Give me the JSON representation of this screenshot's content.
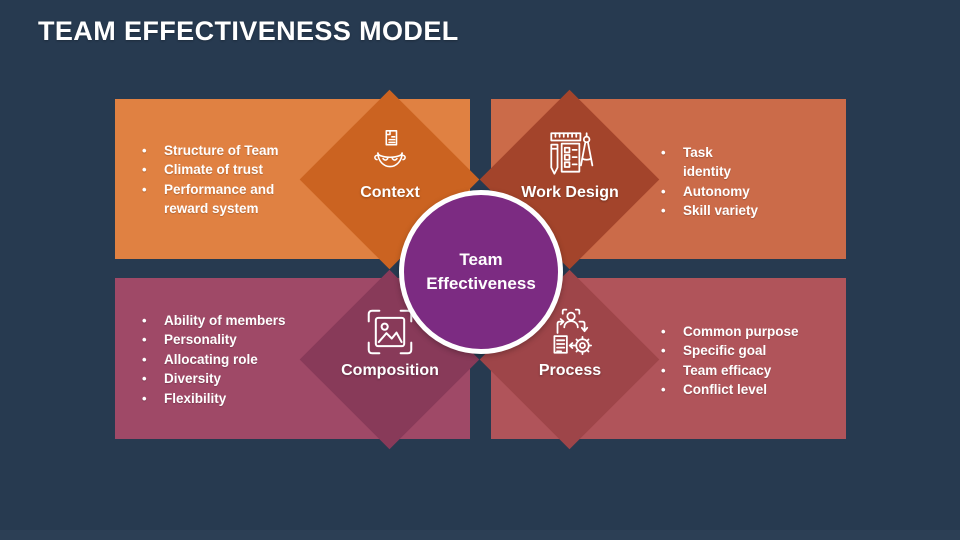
{
  "slide": {
    "title": "TEAM EFFECTIVENESS MODEL",
    "background": "#273A50",
    "bottom_bar_color": "#2C3F55"
  },
  "center": {
    "line1": "Team",
    "line2": "Effectiveness",
    "fill": "#7C2B82",
    "ring": "#FFFFFF"
  },
  "quadrants": [
    {
      "id": "context",
      "label": "Context",
      "icon": "open-mind-document-icon",
      "panel_color": "#E08142",
      "diamond_color": "#CB6321",
      "bullets": [
        "Structure of Team",
        "Climate of trust",
        "Performance and\nreward system"
      ]
    },
    {
      "id": "work-design",
      "label": "Work Design",
      "icon": "drafting-tools-icon",
      "panel_color": "#CB6B49",
      "diamond_color": "#A3442B",
      "bullets": [
        "Task\nidentity",
        "Autonomy",
        "Skill variety"
      ]
    },
    {
      "id": "composition",
      "label": "Composition",
      "icon": "image-crop-frame-icon",
      "panel_color": "#9F4967",
      "diamond_color": "#883A59",
      "bullets": [
        "Ability of members",
        "Personality",
        "Allocating role",
        "Diversity",
        "Flexibility"
      ]
    },
    {
      "id": "process",
      "label": "Process",
      "icon": "workflow-person-gear-icon",
      "panel_color": "#B0545A",
      "diamond_color": "#9E4549",
      "bullets": [
        "Common purpose",
        "Specific goal",
        "Team efficacy",
        "Conflict level"
      ]
    }
  ]
}
